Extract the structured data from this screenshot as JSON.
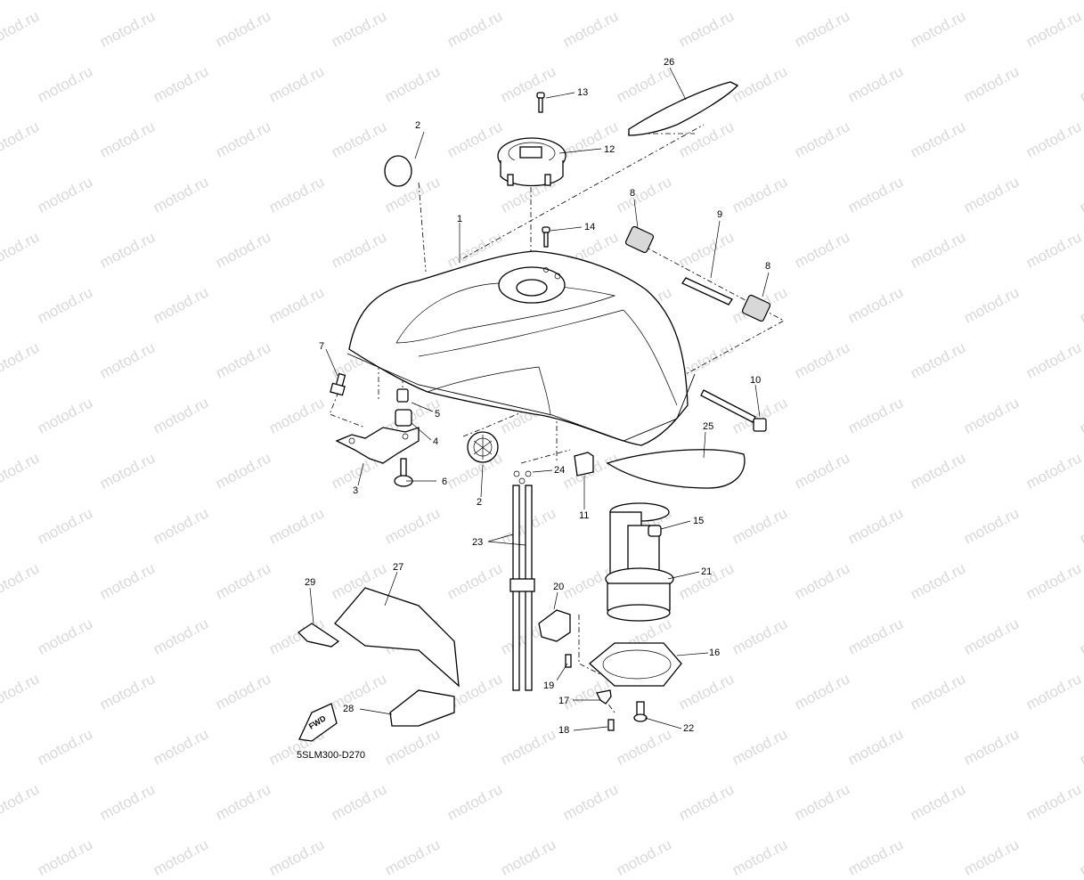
{
  "watermark": "motod.ru",
  "drawing_code": "5SLM300-D270",
  "fwd_label": "FWD",
  "callouts": [
    {
      "id": "c1",
      "text": "1"
    },
    {
      "id": "c2a",
      "text": "2"
    },
    {
      "id": "c2b",
      "text": "2"
    },
    {
      "id": "c3",
      "text": "3"
    },
    {
      "id": "c4",
      "text": "4"
    },
    {
      "id": "c5",
      "text": "5"
    },
    {
      "id": "c6",
      "text": "6"
    },
    {
      "id": "c7",
      "text": "7"
    },
    {
      "id": "c8a",
      "text": "8"
    },
    {
      "id": "c8b",
      "text": "8"
    },
    {
      "id": "c9",
      "text": "9"
    },
    {
      "id": "c10",
      "text": "10"
    },
    {
      "id": "c11",
      "text": "11"
    },
    {
      "id": "c12",
      "text": "12"
    },
    {
      "id": "c13",
      "text": "13"
    },
    {
      "id": "c14",
      "text": "14"
    },
    {
      "id": "c15",
      "text": "15"
    },
    {
      "id": "c16",
      "text": "16"
    },
    {
      "id": "c17",
      "text": "17"
    },
    {
      "id": "c18",
      "text": "18"
    },
    {
      "id": "c19",
      "text": "19"
    },
    {
      "id": "c20",
      "text": "20"
    },
    {
      "id": "c21",
      "text": "21"
    },
    {
      "id": "c22",
      "text": "22"
    },
    {
      "id": "c23",
      "text": "23"
    },
    {
      "id": "c24",
      "text": "24"
    },
    {
      "id": "c25",
      "text": "25"
    },
    {
      "id": "c26",
      "text": "26"
    },
    {
      "id": "c27",
      "text": "27"
    },
    {
      "id": "c28",
      "text": "28"
    },
    {
      "id": "c29",
      "text": "29"
    }
  ]
}
